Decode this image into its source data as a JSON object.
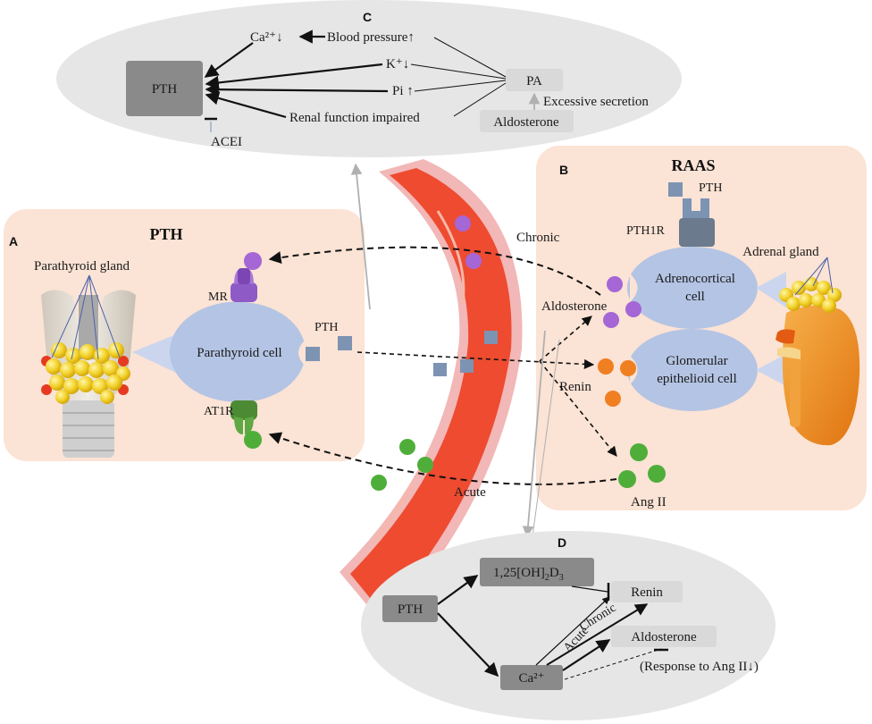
{
  "panels": {
    "A": {
      "letter": "A",
      "title": "PTH",
      "parathyroid_gland": "Parathyroid gland",
      "cell": "Parathyroid cell",
      "mr": "MR",
      "at1r": "AT1R",
      "pth": "PTH"
    },
    "B": {
      "letter": "B",
      "title": "RAAS",
      "pth": "PTH",
      "pth1r": "PTH1R",
      "adrenal_gland": "Adrenal gland",
      "adrenocortical_line1": "Adrenocortical",
      "adrenocortical_line2": "cell",
      "glomerular_line1": "Glomerular",
      "glomerular_line2": "epithelioid cell",
      "aldosterone": "Aldosterone",
      "renin": "Renin",
      "ang2": "Ang II"
    },
    "C": {
      "letter": "C",
      "pth_box": "PTH",
      "ca": "Ca²⁺↓",
      "blood_pressure": "Blood pressure↑",
      "k": "K⁺↓",
      "pi": "Pi ↑",
      "renal": "Renal function impaired",
      "acei": "ACEI",
      "pa_box": "PA",
      "excessive": "Excessive secretion",
      "aldosterone_box": "Aldosterone"
    },
    "D": {
      "letter": "D",
      "pth_box": "PTH",
      "vitd_main": "1,25[OH]",
      "vitd_sub1": "2",
      "vitd_mid": "D",
      "vitd_sub2": "3",
      "renin_box": "Renin",
      "acute": "Acute",
      "chronic": "Chronic",
      "aldosterone_box": "Aldosterone",
      "ca_box": "Ca²⁺",
      "response": "(Response to Ang II↓)"
    }
  },
  "flow": {
    "chronic": "Chronic",
    "acute": "Acute"
  },
  "colors": {
    "panel_peach": "#fbe3d5",
    "ellipse_grey": "#e6e6e6",
    "cell_blue": "#b4c4e4",
    "vessel_red": "#ee4b30",
    "vessel_wall": "#f2b7b7",
    "aldosterone_purple": "#a566d6",
    "angii_green": "#4fae3a",
    "renin_orange": "#f07f22",
    "pth_square": "#7d93b2",
    "box_dark": "#8a8a8a",
    "box_light": "#d9d9d9"
  }
}
